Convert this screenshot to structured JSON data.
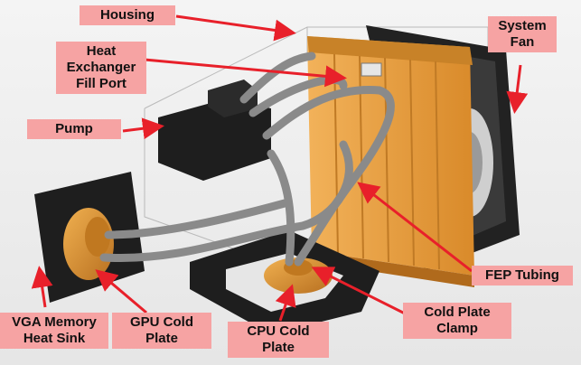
{
  "labels": {
    "housing": "Housing",
    "fill_port": "Heat\nExchanger\nFill Port",
    "system_fan": "System\nFan",
    "pump": "Pump",
    "fep_tubing": "FEP Tubing",
    "cold_plate_clamp": "Cold Plate\nClamp",
    "cpu_cold_plate": "CPU Cold\nPlate",
    "gpu_cold_plate": "GPU Cold\nPlate",
    "vga_heat_sink": "VGA Memory\nHeat Sink"
  },
  "colors": {
    "label_fill": "#f6a3a3",
    "arrow": "#e8202a",
    "radiator": "#e8a040",
    "copper": "#d99030",
    "tubing": "#8a8a8a",
    "dark_part": "#1e1e1e"
  }
}
